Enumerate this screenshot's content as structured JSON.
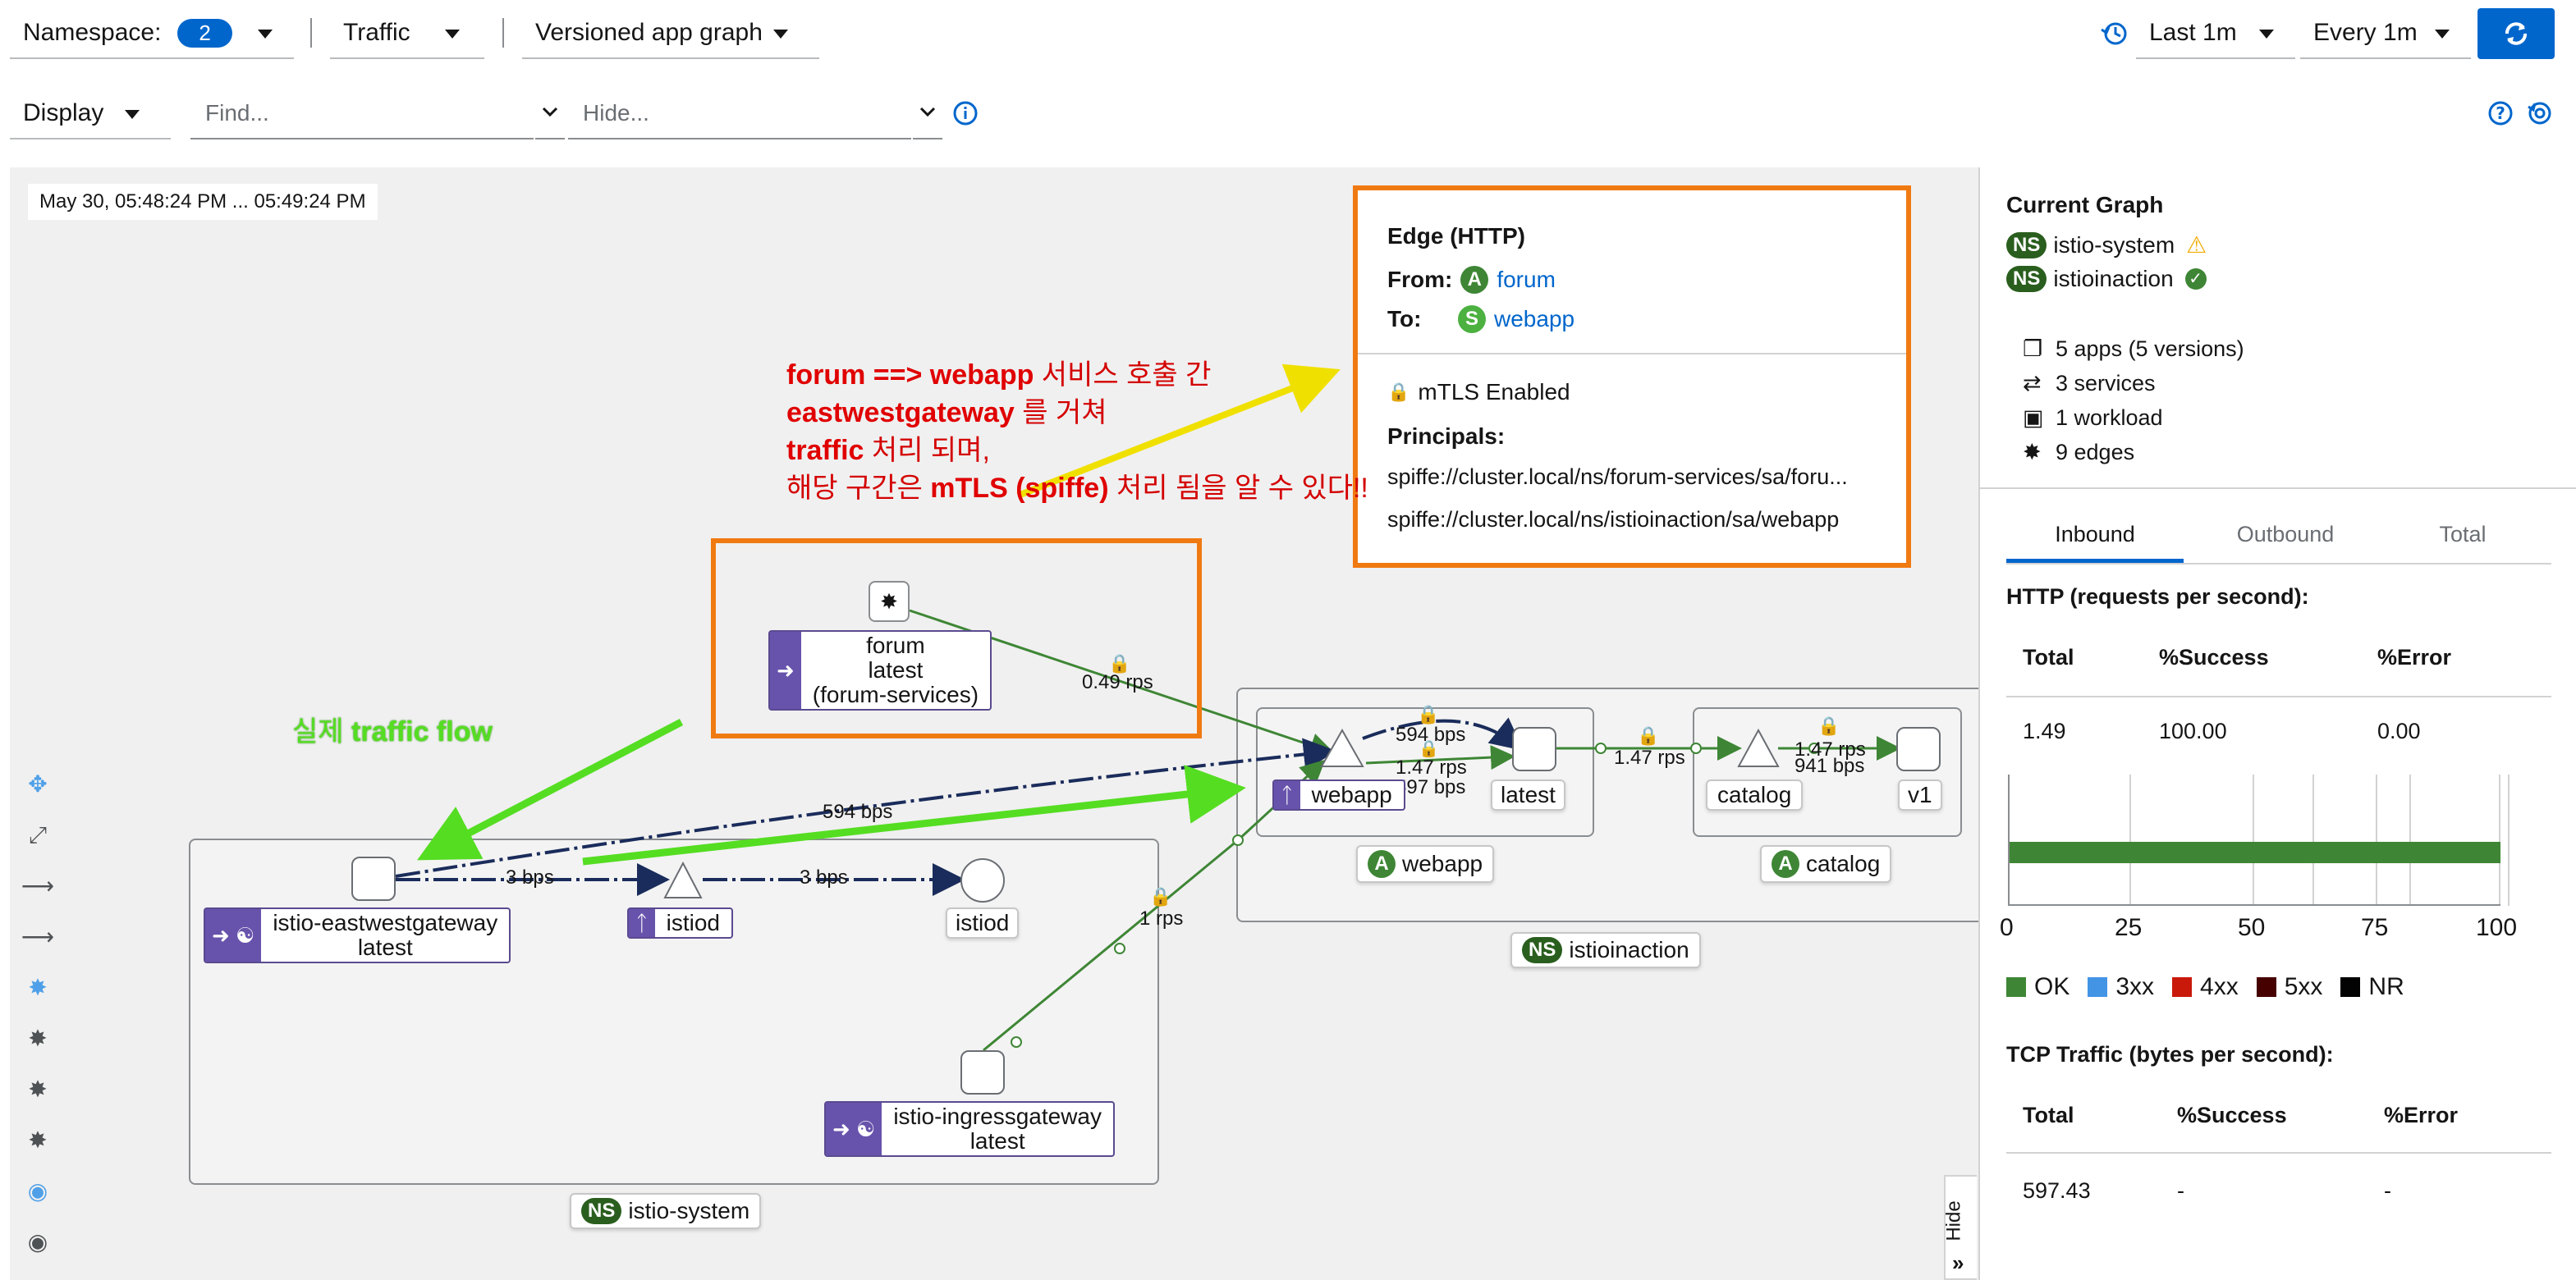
{
  "toolbar": {
    "namespace_label": "Namespace:",
    "namespace_count": "2",
    "traffic": "Traffic",
    "graph_type": "Versioned app graph",
    "duration": "Last 1m",
    "refresh_interval": "Every 1m",
    "display": "Display",
    "find_placeholder": "Find...",
    "hide_placeholder": "Hide..."
  },
  "graph": {
    "timestamp": "May 30, 05:48:24 PM ... 05:49:24 PM",
    "ns_istio_system": "istio-system",
    "ns_istioinaction": "istioinaction",
    "node_forum": [
      "forum",
      "latest",
      "(forum-services)"
    ],
    "node_eastwest": [
      "istio-eastwestgateway",
      "latest"
    ],
    "node_istiod_app": "istiod",
    "node_istiod_svc": "istiod",
    "node_ingress": [
      "istio-ingressgateway",
      "latest"
    ],
    "node_webapp_svc": "webapp",
    "node_latest": "latest",
    "node_catalog_svc": "catalog",
    "node_v1": "v1",
    "app_webapp": "webapp",
    "app_catalog": "catalog",
    "edges": {
      "forum_webapp": "0.49 rps",
      "eastwest_webapp": "594 bps",
      "eastwest_webapp2": "594 bps",
      "eastwest_istiod": "3 bps",
      "istiod_istiod": "3 bps",
      "ingress_webapp": "1 rps",
      "webapp_latest_rps": "1.47 rps",
      "webapp_latest_bps": "597 bps",
      "latest_catalog": "1.47 rps",
      "catalog_v1_rps": "1.47 rps",
      "catalog_v1_bps": "941 bps"
    },
    "hide": "Hide"
  },
  "edge_popup": {
    "title": "Edge (HTTP)",
    "from_label": "From:",
    "from_value": "forum",
    "to_label": "To:",
    "to_value": "webapp",
    "mtls": "mTLS Enabled",
    "principals_label": "Principals:",
    "principal_1": "spiffe://cluster.local/ns/forum-services/sa/foru...",
    "principal_2": "spiffe://cluster.local/ns/istioinaction/sa/webapp"
  },
  "annotations": {
    "line1_bold": "forum ==> webapp",
    "line1_rest": " 서비스 호출 간",
    "line2_bold": "eastwestgateway",
    "line2_rest": " 를 거쳐",
    "line3_bold": "traffic",
    "line3_rest": " 처리 되며,",
    "line4_pre": "해당 구간은 ",
    "line4_bold": "mTLS (spiffe)",
    "line4_rest": " 처리 됨을 알 수 있다!!",
    "flow_pre": "실제 ",
    "flow_bold": "traffic flow"
  },
  "sidebar": {
    "current_graph": "Current Graph",
    "ns1": "istio-system",
    "ns2": "istioinaction",
    "ns_badge": "NS",
    "apps": "5 apps (5 versions)",
    "services": "3 services",
    "workloads": "1 workload",
    "edges": "9 edges",
    "tabs": [
      "Inbound",
      "Outbound",
      "Total"
    ],
    "http_title": "HTTP (requests per second):",
    "http_headers": [
      "Total",
      "%Success",
      "%Error"
    ],
    "http_values": [
      "1.49",
      "100.00",
      "0.00"
    ],
    "http_success_percent": 100,
    "axis_ticks": [
      "0",
      "25",
      "50",
      "75",
      "100"
    ],
    "legend": [
      {
        "label": "OK",
        "color": "#3e8635"
      },
      {
        "label": "3xx",
        "color": "#4394e5"
      },
      {
        "label": "4xx",
        "color": "#c9190b"
      },
      {
        "label": "5xx",
        "color": "#470000"
      },
      {
        "label": "NR",
        "color": "#030303"
      }
    ],
    "tcp_title": "TCP Traffic (bytes per second):",
    "tcp_headers": [
      "Total",
      "%Success",
      "%Error"
    ],
    "tcp_values": [
      "597.43",
      "-",
      "-"
    ]
  }
}
